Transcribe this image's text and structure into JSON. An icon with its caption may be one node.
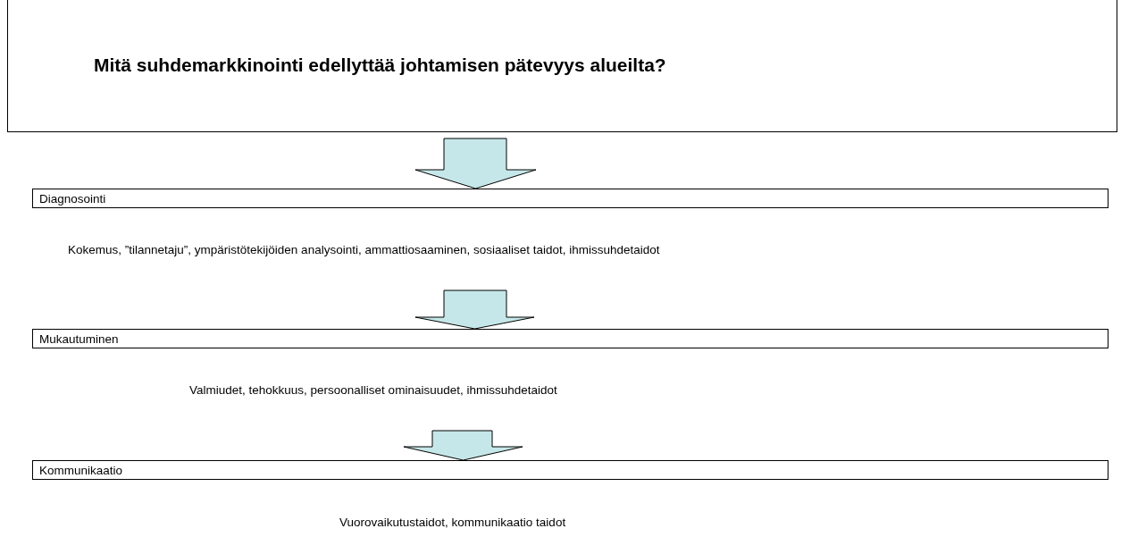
{
  "diagram": {
    "nodes": [
      {
        "text": [
          "Mitä suhdemarkkinointi edellyttää johtamisen pätevyys alueilta?"
        ]
      },
      {
        "text": [
          "Diagnosointi"
        ],
        "beside": [
          "Kokemus, ”tilannetaju”, ympäristötekijöiden analysointi,  ammattiosaaminen, sosiaaliset taidot, ihmissuhdetaidot"
        ]
      },
      {
        "text": [
          "Mukautuminen"
        ],
        "beside": [
          "Valmiudet, tehokkuus, persoonalliset ominaisuudet, ihmissuhdetaidot"
        ]
      },
      {
        "text": [
          "Kommunikaatio"
        ],
        "beside": [
          "Vuorovaikutustaidot, kommunikaatio taidot"
        ]
      }
    ],
    "edges": [
      {
        "from": 0,
        "to": 1,
        "arrow": "to"
      },
      {
        "from": 1,
        "to": 2,
        "arrow": "to"
      },
      {
        "from": 2,
        "to": 3,
        "arrow": "to"
      }
    ]
  }
}
